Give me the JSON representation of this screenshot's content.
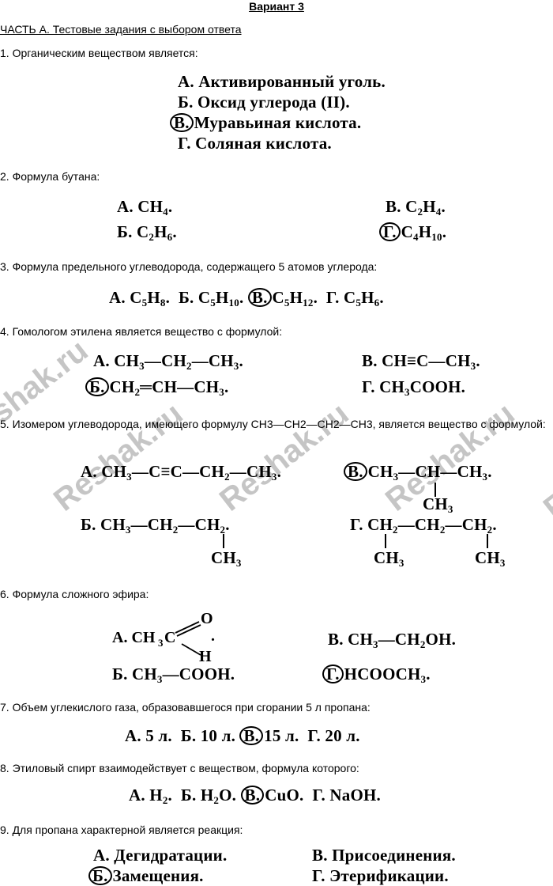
{
  "title": "Вариант 3",
  "part": "ЧАСТЬ А. Тестовые задания с выбором ответа",
  "watermark": "Reshak.ru",
  "questions": {
    "q1": {
      "text": "1. Органическим веществом является:",
      "a": "А. Активированный уголь.",
      "b": "Б. Оксид углерода (II).",
      "c_mark": "В.",
      "c": "Муравьиная кислота.",
      "d": "Г. Соляная кислота."
    },
    "q2": {
      "text": "2. Формула бутана:"
    },
    "q3": {
      "text": "3. Формула предельного углеводорода, содержащего 5 атомов углерода:"
    },
    "q4": {
      "text": "4. Гомологом этилена является вещество с формулой:"
    },
    "q5": {
      "text": "5. Изомером углеводорода, имеющего формулу СН3—СН2—СН2—СН3, является вещество с формулой:"
    },
    "q6": {
      "text": "6. Формула сложного эфира:"
    },
    "q7": {
      "text": "7. Объем углекислого газа, образовавшегося при сгорании 5 л пропана:"
    },
    "q8": {
      "text": "8. Этиловый спирт взаимодействует с веществом, формула которого:"
    },
    "q9": {
      "text": "9. Для пропана характерной является реакция:",
      "a": "А. Дегидратации.",
      "b_mark": "Б.",
      "b": "Замещения.",
      "c": "В. Присоединения.",
      "d": "Г. Этерификации."
    }
  }
}
